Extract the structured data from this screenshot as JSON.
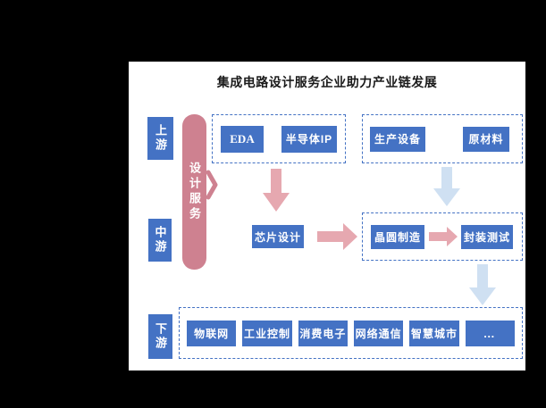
{
  "title": "集成电路设计服务企业助力产业链发展",
  "colors": {
    "blue": "#4472C4",
    "dash_border": "#4472C4",
    "pink_bar": "#CE8190",
    "pink_arrow": "#E6A8B0",
    "blue_arrow": "#CFE0F2",
    "title_text": "#1A1A1A",
    "backdrop": "#000000",
    "panel": "#FFFFFF"
  },
  "stages": {
    "upstream": "上游",
    "midstream": "中游",
    "downstream": "下游"
  },
  "design_services": "设计服务",
  "upstream_row": {
    "design_group": [
      "EDA",
      "半导体IP"
    ],
    "manufacturing_group": [
      "生产设备",
      "原材料"
    ]
  },
  "midstream_row": {
    "chip_design": "芯片设计",
    "wafer_manufacturing": "晶圆制造",
    "packaging_testing": "封装测试"
  },
  "downstream_row": {
    "applications": [
      "物联网",
      "工业控制",
      "消费电子",
      "网络通信",
      "智慧城市",
      "…"
    ]
  }
}
